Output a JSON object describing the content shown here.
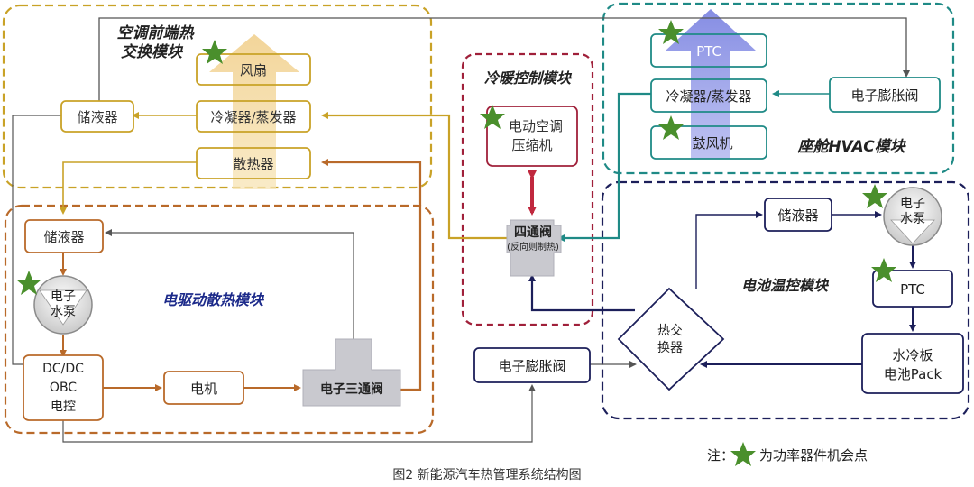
{
  "modules": {
    "front": {
      "title_line1": "空调前端热",
      "title_line2": "交换模块"
    },
    "control": {
      "title": "冷暖控制模块"
    },
    "hvac": {
      "title": "座舱HVAC模块"
    },
    "motor": {
      "title": "电驱动散热模块"
    },
    "battery": {
      "title": "电池温控模块"
    }
  },
  "components": {
    "fan": "风扇",
    "front_condenser": "冷凝器/蒸发器",
    "radiator": "散热器",
    "front_receiver": "储液器",
    "compressor_line1": "电动空调",
    "compressor_line2": "压缩机",
    "four_way_valve": "四通阀",
    "four_way_valve_note": "(反向则制热)",
    "hvac_ptc": "PTC",
    "hvac_condenser": "冷凝器/蒸发器",
    "hvac_blower": "鼓风机",
    "hvac_expansion_valve": "电子膨胀阀",
    "motor_receiver": "储液器",
    "motor_pump_line1": "电子",
    "motor_pump_line2": "水泵",
    "motor_controller_lines": [
      "DC/DC",
      "OBC",
      "电控"
    ],
    "motor": "电机",
    "three_way_valve": "电子三通阀",
    "heat_exchanger_line1": "热交",
    "heat_exchanger_line2": "换器",
    "mid_expansion_valve": "电子膨胀阀",
    "battery_receiver": "储液器",
    "battery_pump_line1": "电子",
    "battery_pump_line2": "水泵",
    "battery_ptc": "PTC",
    "cold_plate_line1": "水冷板",
    "cold_plate_line2": "电池Pack"
  },
  "legend": {
    "prefix": "注：",
    "text": "为功率器件机会点",
    "star_color": "#4a8f2c"
  },
  "caption": "图2  新能源汽车热管理系统结构图",
  "colors": {
    "gold": "#c9a227",
    "brown": "#b96a2a",
    "red": "#a0203a",
    "teal": "#1f8a86",
    "navy": "#1c1f5a",
    "arrow_up_yellow": "#f3d9a0",
    "arrow_up_blue": "#8f96e6"
  }
}
